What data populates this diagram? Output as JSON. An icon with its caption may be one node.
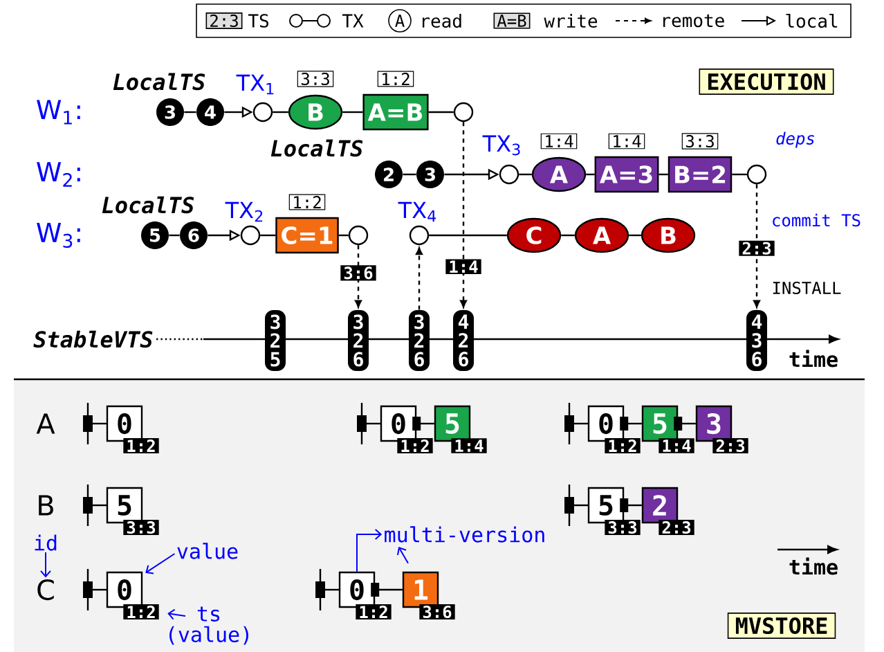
{
  "diagram": {
    "nodes": [
      {
        "text": [
          "EXECUTION"
        ]
      },
      {
        "text": [
          "3"
        ]
      },
      {
        "text": [
          "4"
        ]
      },
      {
        "text": [],
        "shape": "circle",
        "beside": [
          "TX$_{1}$"
        ]
      },
      {
        "text": [
          "B"
        ],
        "beside": [
          "3:3"
        ]
      },
      {
        "text": [
          "A=B"
        ],
        "beside": [
          "1:2"
        ]
      },
      {
        "text": [],
        "shape": "circle"
      },
      {
        "text": [
          "2"
        ]
      },
      {
        "text": [
          "3"
        ]
      },
      {
        "text": [],
        "shape": "circle",
        "beside": [
          "TX$_{3}$"
        ]
      },
      {
        "text": [
          "A"
        ],
        "beside": [
          "1:4"
        ]
      },
      {
        "text": [
          "A=3"
        ],
        "beside": [
          "1:4"
        ]
      },
      {
        "text": [
          "B=2"
        ],
        "beside": [
          "3:3"
        ]
      },
      {
        "text": [],
        "shape": "circle",
        "beside": [
          "deps"
        ]
      },
      {
        "text": [
          "5"
        ]
      },
      {
        "text": [
          "6"
        ]
      },
      {
        "text": [],
        "shape": "circle",
        "beside": [
          "TX$_{2}$"
        ]
      },
      {
        "text": [
          "C=1"
        ],
        "beside": [
          "1:2"
        ]
      },
      {
        "text": [],
        "shape": "circle"
      },
      {
        "text": [],
        "shape": "circle",
        "beside": [
          "TX$_{4}$"
        ]
      },
      {
        "text": [
          "C"
        ]
      },
      {
        "text": [
          "A"
        ]
      },
      {
        "text": [
          "B"
        ]
      },
      {
        "text": [
          "3 2 5"
        ]
      },
      {
        "text": [
          "3 2 6"
        ]
      },
      {
        "text": [
          "3 2 6"
        ]
      },
      {
        "text": [
          "4 2 6"
        ]
      },
      {
        "text": [
          "4 3 6"
        ]
      },
      {
        "text": [
          "0"
        ],
        "beside": [
          "1:2"
        ]
      },
      {
        "text": [
          "5"
        ],
        "beside": [
          "3:3"
        ]
      },
      {
        "text": [
          "0"
        ],
        "beside": [
          "1:2"
        ]
      },
      {
        "text": [
          "0"
        ],
        "beside": [
          "1:2"
        ]
      },
      {
        "text": [
          "5"
        ],
        "beside": [
          "1:4"
        ]
      },
      {
        "text": [
          "0"
        ],
        "beside": [
          "1:2"
        ]
      },
      {
        "text": [
          "1"
        ],
        "beside": [
          "3:6"
        ]
      },
      {
        "text": [
          "0"
        ],
        "beside": [
          "1:2"
        ]
      },
      {
        "text": [
          "5"
        ],
        "beside": [
          "1:4"
        ]
      },
      {
        "text": [
          "3"
        ],
        "beside": [
          "2:3"
        ]
      },
      {
        "text": [
          "5"
        ],
        "beside": [
          "3:3"
        ]
      },
      {
        "text": [
          "2"
        ],
        "beside": [
          "2:3"
        ]
      },
      {
        "text": [
          "value"
        ]
      },
      {
        "text": [
          "ts (value)"
        ]
      },
      {
        "text": [
          "multi-version"
        ]
      },
      {
        "text": [
          "id"
        ]
      },
      {
        "text": [
          "C"
        ]
      },
      {
        "text": [
          "MVSTORE"
        ]
      }
    ],
    "edges": [
      {
        "from": 1,
        "to": 2,
        "arrow": "none"
      },
      {
        "from": 2,
        "to": 3,
        "arrow": "to"
      },
      {
        "from": 3,
        "to": 4,
        "arrow": "none"
      },
      {
        "from": 4,
        "to": 5,
        "arrow": "none"
      },
      {
        "from": 5,
        "to": 6,
        "arrow": "none"
      },
      {
        "from": 7,
        "to": 8,
        "arrow": "none"
      },
      {
        "from": 8,
        "to": 9,
        "arrow": "to"
      },
      {
        "from": 9,
        "to": 10,
        "arrow": "none"
      },
      {
        "from": 10,
        "to": 11,
        "arrow": "none"
      },
      {
        "from": 11,
        "to": 12,
        "arrow": "none"
      },
      {
        "from": 12,
        "to": 13,
        "arrow": "none"
      },
      {
        "from": 14,
        "to": 15,
        "arrow": "none"
      },
      {
        "from": 15,
        "to": 16,
        "arrow": "to"
      },
      {
        "from": 16,
        "to": 17,
        "arrow": "none"
      },
      {
        "from": 17,
        "to": 18,
        "arrow": "none"
      },
      {
        "from": 19,
        "to": 20,
        "arrow": "none"
      },
      {
        "from": 20,
        "to": 21,
        "arrow": "none"
      },
      {
        "from": 21,
        "to": 22,
        "arrow": "none"
      },
      {
        "from": 18,
        "to": 24,
        "arrow": "to",
        "style": "dashed",
        "label": "3:6"
      },
      {
        "from": 6,
        "to": 26,
        "arrow": "to",
        "style": "dashed",
        "label": "1:4"
      },
      {
        "from": 25,
        "to": 19,
        "arrow": "to",
        "style": "dashed"
      },
      {
        "from": 13,
        "to": 27,
        "arrow": "to",
        "style": "dashed",
        "label": "2:3"
      },
      {
        "from": 31,
        "to": 32,
        "arrow": "other"
      },
      {
        "from": 33,
        "to": 34,
        "arrow": "other"
      },
      {
        "from": 35,
        "to": 36,
        "arrow": "other"
      },
      {
        "from": 36,
        "to": 37,
        "arrow": "other"
      },
      {
        "from": 38,
        "to": 39,
        "arrow": "other"
      },
      {
        "from": 40,
        "to": 30,
        "arrow": "to",
        "color": "#0000ff"
      },
      {
        "from": 41,
        "to": 30,
        "arrow": "to",
        "color": "#0000ff"
      },
      {
        "from": 33,
        "to": 42,
        "arrow": "to",
        "color": "#0000ff"
      },
      {
        "from": 34,
        "to": 42,
        "arrow": "to",
        "color": "#0000ff"
      },
      {
        "from": 43,
        "to": 44,
        "arrow": "to",
        "color": "#0000ff"
      }
    ],
    "labels": [
      "2:3",
      "A",
      "A=B",
      "LocalTS",
      "W$_{1}$:",
      "LocalTS",
      "W$_{2}$:",
      "LocalTS",
      "W$_{3}$:",
      "commit TS",
      "INSTALL",
      "StableVTS",
      "time",
      "A",
      "B",
      "time"
    ],
    "legend": [
      {
        "text": "TS"
      },
      {
        "text": "TX"
      },
      {
        "text": "read"
      },
      {
        "text": "write"
      },
      {
        "text": "remote"
      },
      {
        "text": "local"
      }
    ]
  }
}
